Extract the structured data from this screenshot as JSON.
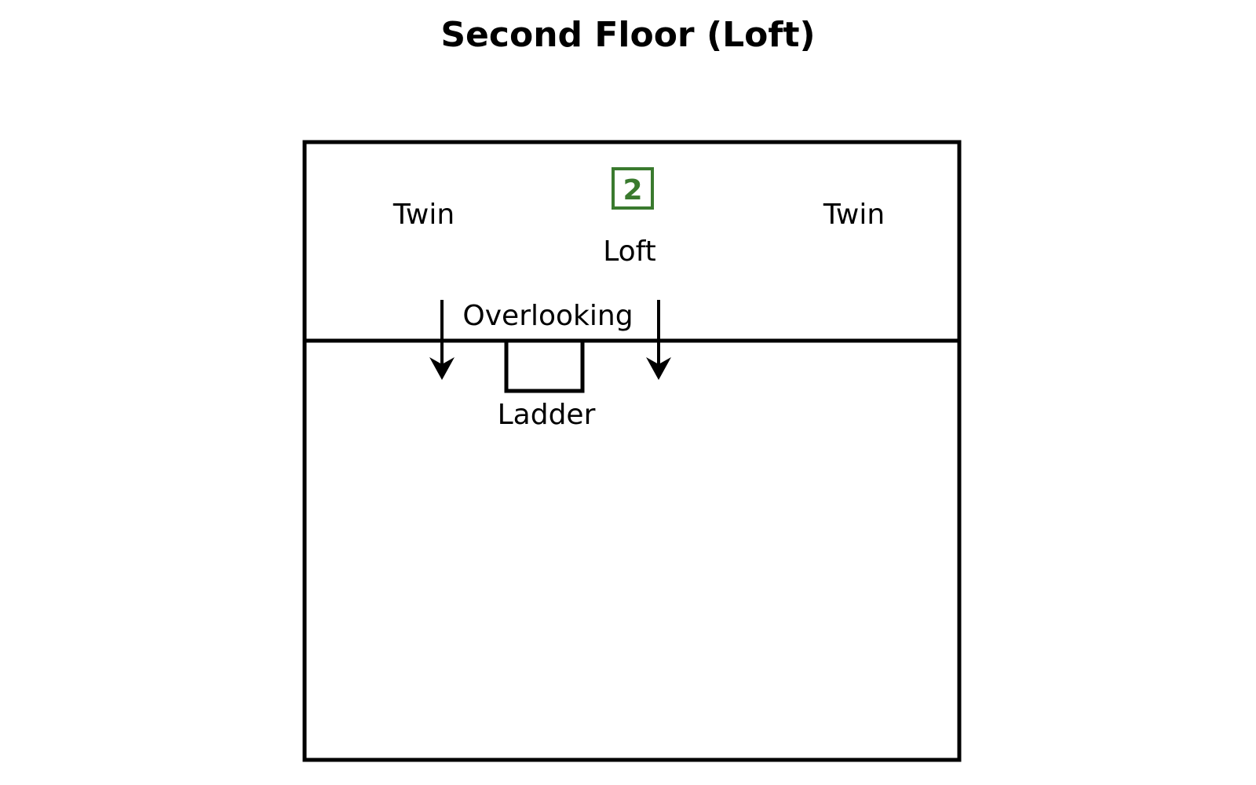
{
  "title": "Second Floor (Loft)",
  "badge": {
    "number": "2",
    "color": "#3a7a2e"
  },
  "labels": {
    "left_bed": "Twin",
    "right_bed": "Twin",
    "room": "Loft",
    "overlook": "Overlooking",
    "ladder": "Ladder"
  },
  "icons": [
    "arrow-down-icon",
    "arrow-down-icon"
  ]
}
